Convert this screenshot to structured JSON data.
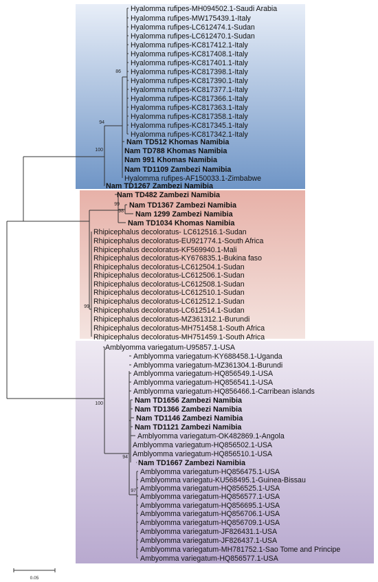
{
  "clades": [
    {
      "name": "hyalomma",
      "color_top": "#e8eef8",
      "color_bottom": "#6f95c6"
    },
    {
      "name": "rhipicephalus",
      "color_top": "#e7b1a8",
      "color_bottom": "#f4e4e0"
    },
    {
      "name": "amblyomma",
      "color_top": "#efeaf3",
      "color_bottom": "#b8a9cf"
    }
  ],
  "leaves": [
    {
      "label": "Hyalomma rufipes-MH094502.1-Saudi Arabia",
      "bold": false
    },
    {
      "label": "Hyalomma rufipes-MW175439.1-Italy",
      "bold": false
    },
    {
      "label": "Hyalomma rufipes-LC612474.1-Sudan",
      "bold": false
    },
    {
      "label": "Hyalomma rufipes-LC612470.1-Sudan",
      "bold": false
    },
    {
      "label": "Hyalomma rufipes-KC817412.1-Italy",
      "bold": false
    },
    {
      "label": "Hyalomma rufipes-KC817408.1-Italy",
      "bold": false
    },
    {
      "label": "Hyalomma rufipes-KC817401.1-Italy",
      "bold": false
    },
    {
      "label": "Hyalomma rufipes-KC817398.1-Italy",
      "bold": false
    },
    {
      "label": "Hyalomma rufipes-KC817390.1-Italy",
      "bold": false
    },
    {
      "label": "Hyalomma rufipes-KC817377.1-Italy",
      "bold": false
    },
    {
      "label": "Hyalomma rufipes-KC817366.1-Italy",
      "bold": false
    },
    {
      "label": "Hyalomma rufipes-KC817363.1-Italy",
      "bold": false
    },
    {
      "label": "Hyalomma rufipes-KC817358.1-Italy",
      "bold": false
    },
    {
      "label": "Hyalomma rufipes-KC817345.1-Italy",
      "bold": false
    },
    {
      "label": "Hyalomma rufipes-KC817342.1-Italy",
      "bold": false
    },
    {
      "label": "Nam TD512 Khomas Namibia",
      "bold": true
    },
    {
      "label": "Nam TD788 Khomas Namibia",
      "bold": true
    },
    {
      "label": "Nam 991 Khomas Namibia",
      "bold": true
    },
    {
      "label": "Nam TD1109 Zambezi Namibia",
      "bold": true
    },
    {
      "label": "Hyalomma rufipes-AF150033.1-Zimbabwe",
      "bold": false
    },
    {
      "label": "Nam TD1267 Zambezi Namibia",
      "bold": true
    },
    {
      "label": "Nam TD482 Zambezi Namibia",
      "bold": true
    },
    {
      "label": "Nam TD1367 Zambezi Namibia",
      "bold": true
    },
    {
      "label": "Nam 1299 Zambezi Namibia",
      "bold": true
    },
    {
      "label": "Nam TD1034 Khomas Namibia",
      "bold": true
    },
    {
      "label": "Rhipicephalus decoloratus- LC612516.1-Sudan",
      "bold": false
    },
    {
      "label": "Rhipicephalus decoloratus-EU921774.1-South Africa",
      "bold": false
    },
    {
      "label": "Rhipicephalus decoloratus-KF569940.1-Mali",
      "bold": false
    },
    {
      "label": "Rhipicephalus decoloratus-KY676835.1-Bukina faso",
      "bold": false
    },
    {
      "label": "Rhipicephalus decoloratus-LC612504.1-Sudan",
      "bold": false
    },
    {
      "label": "Rhipicephalus decoloratus-LC612506.1-Sudan",
      "bold": false
    },
    {
      "label": "Rhipicephalus decoloratus-LC612508.1-Sudan",
      "bold": false
    },
    {
      "label": "Rhipicephalus decoloratus-LC612510.1-Sudan",
      "bold": false
    },
    {
      "label": "Rhipicephalus decoloratus-LC612512.1-Sudan",
      "bold": false
    },
    {
      "label": "Rhipicephalus decoloratus-LC612514.1-Sudan",
      "bold": false
    },
    {
      "label": "Rhipicephalus decoloratus-MZ361312.1-Burundi",
      "bold": false
    },
    {
      "label": "Rhipicephalus decoloratus-MH751458.1-South Africa",
      "bold": false
    },
    {
      "label": "Rhipicephalus decoloratus-MH751459.1-South Africa",
      "bold": false
    },
    {
      "label": "Amblyomma variegatum-U95857.1-USA",
      "bold": false
    },
    {
      "label": "Amblyomma variegatum-KY688458.1-Uganda",
      "bold": false
    },
    {
      "label": "Amblyomma variegatum-MZ361304.1-Burundi",
      "bold": false
    },
    {
      "label": "Amblyomma variegatum-HQ856549.1-USA",
      "bold": false
    },
    {
      "label": "Amblyomma variegatum-HQ856541.1-USA",
      "bold": false
    },
    {
      "label": "Amblyomma variegatum-HQ856466.1-Carribean islands",
      "bold": false
    },
    {
      "label": "Nam TD1656 Zambezi Namibia",
      "bold": true
    },
    {
      "label": "Nam TD1366 Zambezi Namibia",
      "bold": true
    },
    {
      "label": "Nam TD1146 Zambezi Namibia",
      "bold": true
    },
    {
      "label": "Nam TD1121 Zambezi Namibia",
      "bold": true
    },
    {
      "label": "Amblyomma variegatum-OK482869.1-Angola",
      "bold": false
    },
    {
      "label": "Amblyomma variegatum-HQ856502.1-USA",
      "bold": false
    },
    {
      "label": "Amblyomma variegatum-HQ856510.1-USA",
      "bold": false
    },
    {
      "label": "Nam TD1667 Zambezi Namibia",
      "bold": true
    },
    {
      "label": "Amblyomma variegatum-HQ856475.1-USA",
      "bold": false
    },
    {
      "label": "Amblyomma variegatu-KU568495.1-Guinea-Bissau",
      "bold": false
    },
    {
      "label": "Amblyomma variegatum-HQ856525.1-USA",
      "bold": false
    },
    {
      "label": "Amblyomma variegatum-HQ856577.1-USA",
      "bold": false
    },
    {
      "label": "Amblyomma variegatum-HQ856695.1-USA",
      "bold": false
    },
    {
      "label": "Amblyomma variegatum-HQ856706.1-USA",
      "bold": false
    },
    {
      "label": "Amblyomma variegatum-HQ856709.1-USA",
      "bold": false
    },
    {
      "label": "Amblyomma variegatum-JF826431.1-USA",
      "bold": false
    },
    {
      "label": "Amblyomma variegatum-JF826437.1-USA",
      "bold": false
    },
    {
      "label": "Amblyomma variegatum-MH781752.1-Sao Tome and Principe",
      "bold": false
    },
    {
      "label": "Ambyomma variegatum-HQ856577.1-USA",
      "bold": false
    }
  ],
  "bootstrap": {
    "hyalomma_inner": "86",
    "hyalomma_group": "94",
    "hyalomma_root": "100",
    "rhip_top": "99",
    "rhip_inner": "98",
    "rhip_lower": "99",
    "ambly_root": "100",
    "ambly_inner": "94",
    "ambly_sub": "97"
  },
  "scale_label": "0.05"
}
